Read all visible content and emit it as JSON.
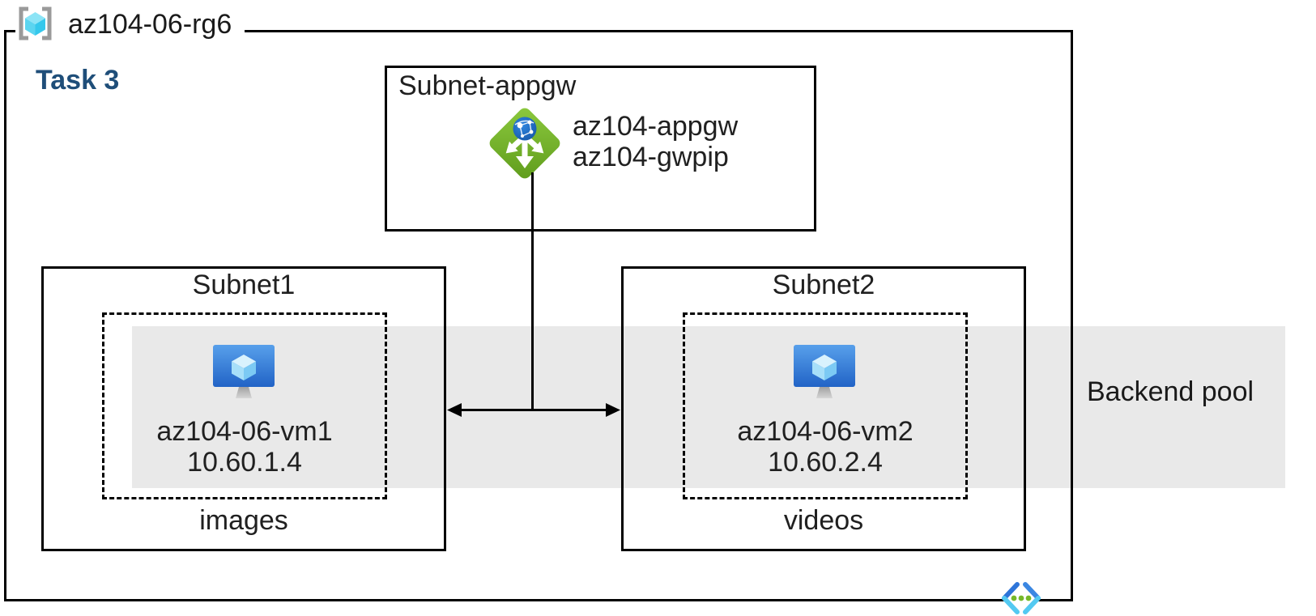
{
  "title": {
    "resource_group": "az104-06-rg6",
    "task": "Task 3"
  },
  "appgw_subnet": {
    "label": "Subnet-appgw",
    "gateway_name": "az104-appgw",
    "public_ip_name": "az104-gwpip"
  },
  "subnets": [
    {
      "label": "Subnet1",
      "vm_name": "az104-06-vm1",
      "vm_ip": "10.60.1.4",
      "caption": "images"
    },
    {
      "label": "Subnet2",
      "vm_name": "az104-06-vm2",
      "vm_ip": "10.60.2.4",
      "caption": "videos"
    }
  ],
  "backend_pool": {
    "label": "Backend pool"
  },
  "icons": {
    "resource_group": "resource-group-icon",
    "application_gateway": "application-gateway-icon",
    "virtual_machine": "virtual-machine-icon",
    "virtual_network": "virtual-network-icon"
  },
  "colors": {
    "border": "#000000",
    "band_gray": "#e9e9e9",
    "task_blue": "#1f4e79",
    "appgw_green": "#76b82a",
    "globe_blue": "#1f6fc4",
    "vm_blue": "#2a70d8",
    "cube_cyan": "#50d8f0",
    "vnet_dot_green": "#76b829",
    "bracket_gray": "#9a9a9a"
  }
}
